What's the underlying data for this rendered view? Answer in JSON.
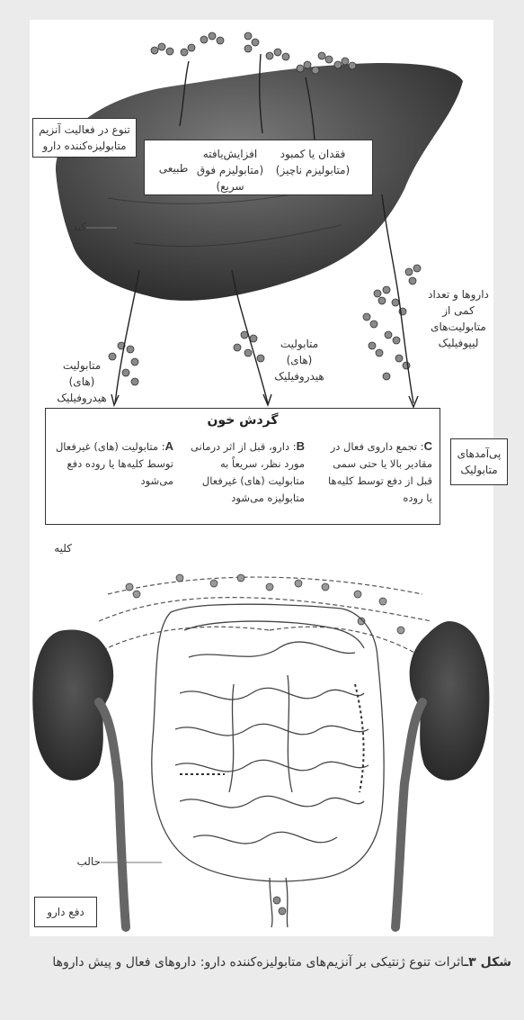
{
  "labels": {
    "enzyme_variation": "تنوع در فعالیت آنزیم متابولیزه‌کننده دارو",
    "liver": "کبد",
    "lipophilic": "داروها و تعداد کمی از متابولیت‌های لیپوفیلیک",
    "hydrophilic_left": "متابولیت (های) هیدروفیلیک",
    "hydrophilic_mid": "متابولیت (های) هیدروفیلیک",
    "metabolic_consequences": "پی‌آمدهای متابولیک",
    "kidney": "کلیه",
    "ureter": "حالب",
    "drug_excretion": "دفع دارو"
  },
  "phenotype_box": {
    "normal": "طبیعی",
    "increased": "افزایش‌یافته (متابولیزم فوق سریع)",
    "absent": "فقدان یا کمبود (متابولیزم ناچیز)"
  },
  "blood_box": {
    "title": "گردش خون",
    "a_letter": "A",
    "a_text": ": متابولیت (های) غیرفعال توسط کلیه‌ها یا روده دفع می‌شود",
    "b_letter": "B",
    "b_text": ": دارو، قبل از اثر درمانی مورد نظر، سریعاً به متابولیت (های) غیرفعال متابولیزه می‌شود",
    "c_letter": "C",
    "c_text": ": تجمع داروی فعال در مقادیر بالا یا حتی سمی قبل از دفع توسط کلیه‌ها یا روده"
  },
  "caption": {
    "figure_label": "شکل ۳ـ",
    "text": "اثرات تنوع ژنتیکی بر آنزیم‌های متابولیزه‌کننده دارو: داروهای فعال و پیش داروها"
  }
}
